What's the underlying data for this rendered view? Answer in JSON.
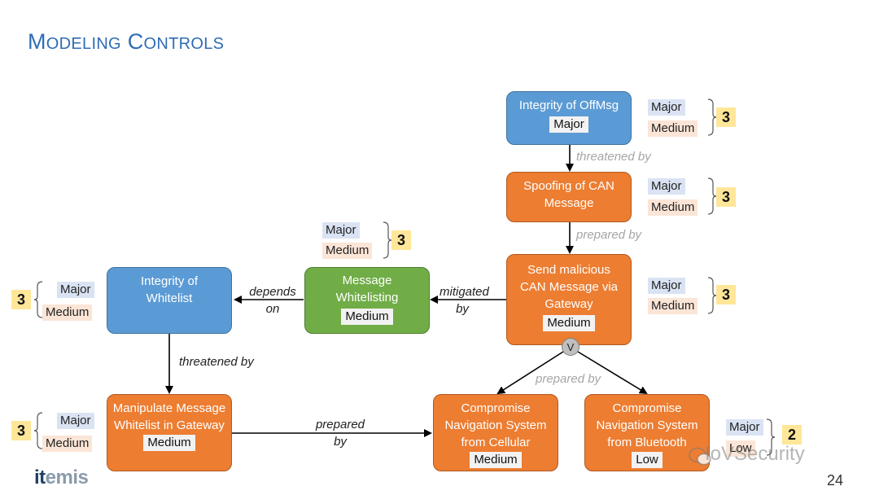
{
  "title": {
    "cap1": "M",
    "rest1": "ODELING",
    "cap2": "C",
    "rest2": "ONTROLS"
  },
  "nodes": {
    "integrity_offmsg": {
      "label": "Integrity of OffMsg",
      "badge": "Major",
      "impact": "Major",
      "likelihood": "Medium",
      "score": "3"
    },
    "spoofing_can": {
      "label": "Spoofing of CAN Message",
      "impact": "Major",
      "likelihood": "Medium",
      "score": "3"
    },
    "send_malicious": {
      "label": "Send malicious CAN Message via Gateway",
      "badge": "Medium",
      "impact": "Major",
      "likelihood": "Medium",
      "score": "3"
    },
    "message_whitelisting": {
      "label": "Message Whitelisting",
      "badge": "Medium",
      "impact": "Major",
      "likelihood": "Medium",
      "score": "3"
    },
    "integrity_whitelist": {
      "label": "Integrity of Whitelist",
      "impact": "Major",
      "likelihood": "Medium",
      "score": "3"
    },
    "manipulate_whitelist": {
      "label": "Manipulate Message Whitelist in Gateway",
      "badge": "Medium",
      "impact": "Major",
      "likelihood": "Medium",
      "score": "3"
    },
    "compromise_cellular": {
      "label": "Compromise Navigation System from Cellular",
      "badge": "Medium"
    },
    "compromise_bluetooth": {
      "label": "Compromise Navigation System from Bluetooth",
      "badge": "Low",
      "impact": "Major",
      "likelihood": "Low",
      "score": "2"
    }
  },
  "edges": {
    "threatened_by_1": "threatened by",
    "prepared_by_1": "prepared by",
    "mitigated_by": "mitigated\nby",
    "depends_on": "depends\non",
    "threatened_by_2": "threatened by",
    "prepared_by_2": "prepared by",
    "prepared_by_3": "prepared\nby",
    "or_gate": "V"
  },
  "footer": {
    "logo_it": "it",
    "logo_emis": "emis",
    "page_number": "24",
    "watermark": "IoVSecurity"
  },
  "colors": {
    "title": "#2f6db4",
    "blue_node": "#5b9bd5",
    "orange_node": "#ed7d31",
    "green_node": "#70ad47",
    "impact_bg": "#dae3f3",
    "likelihood_bg": "#fbe5d6",
    "score_bg": "#ffe699"
  }
}
